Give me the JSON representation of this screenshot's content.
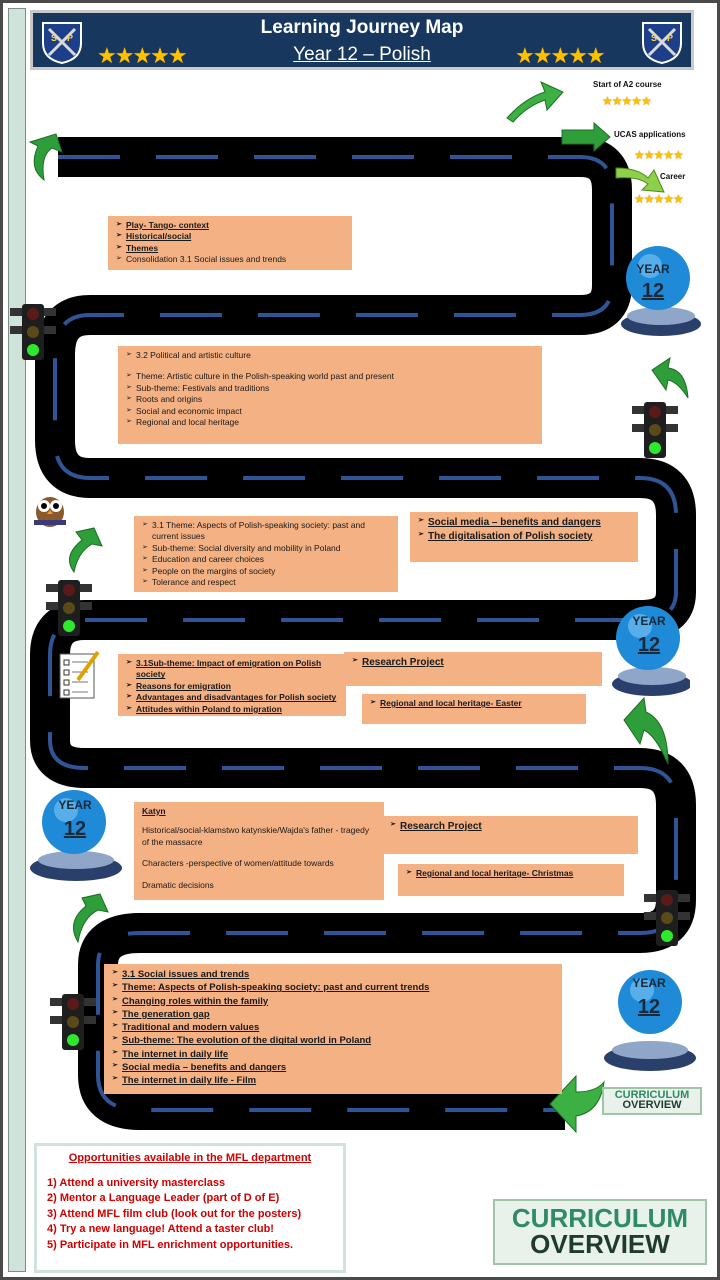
{
  "header": {
    "title": "Learning Journey Map",
    "subtitle": "Year 12 – Polish",
    "crest_letters": "S P",
    "stars": "★★★★★"
  },
  "goals": {
    "start_a2": "Start of A2 course",
    "ucas": "UCAS applications",
    "career": "Career",
    "stars": "★★★★★"
  },
  "badges": {
    "year_label": "YEAR",
    "year_number": "12"
  },
  "box1": {
    "items": [
      "Play- Tango- context",
      "Historical/social",
      "Themes",
      "Consolidation 3.1 Social issues and trends"
    ]
  },
  "box2": {
    "items": [
      "3.2 Political and artistic culture",
      "Theme: Artistic culture in the Polish-speaking world past and present",
      "Sub-theme: Festivals and traditions",
      "Roots and origins",
      "Social and economic impact",
      "Regional and local heritage"
    ]
  },
  "box3": {
    "items": [
      "3.1 Theme: Aspects of Polish-speaking society: past and current issues",
      "Sub-theme: Social diversity and mobility in Poland",
      "Education and career choices",
      "People on the margins of society",
      "Tolerance and respect"
    ]
  },
  "box4": {
    "items": [
      "Social media – benefits and dangers",
      "The digitalisation of Polish society"
    ]
  },
  "box5": {
    "items": [
      "3.1Sub-theme: Impact of emigration on Polish society",
      "Reasons for emigration",
      "Advantages and disadvantages for Polish society",
      "Attitudes within Poland to migration"
    ]
  },
  "box6": {
    "label": "Research Project"
  },
  "box7": {
    "label": "Regional and local heritage- Easter"
  },
  "box8": {
    "title": "Katyn",
    "p1": "Historical/social-klamstwo katynskie/Wajda's father - tragedy of the massacre",
    "p2": "Characters -perspective of women/attitude towards",
    "p3": "Dramatic decisions"
  },
  "box9": {
    "label": "Research Project"
  },
  "box10": {
    "label": "Regional and local heritage- Christmas"
  },
  "box11": {
    "items": [
      "3.1 Social issues and trends",
      "Theme: Aspects of Polish-speaking society: past and current trends",
      "Changing roles within the family",
      "The generation gap",
      "Traditional and modern values",
      "Sub-theme: The evolution of the digital world in Poland",
      "The internet in daily life",
      "Social media – benefits and dangers",
      "The internet in daily life - Film"
    ]
  },
  "opportunities": {
    "title": "Opportunities available in the MFL department",
    "items": [
      "1) Attend a university masterclass",
      "2) Mentor a Language Leader (part of D of E)",
      "3) Attend MFL film club (look out for the posters)",
      "4) Try a new language! Attend a taster club!",
      "5) Participate in MFL enrichment opportunities."
    ]
  },
  "curriculum": {
    "line1": "CURRICULUM",
    "line2": "OVERVIEW"
  },
  "colors": {
    "header_bg": "#17375e",
    "box_bg": "#f4b183",
    "road": "#000000",
    "lane": "#2f5597",
    "arrow": "#2e9e3a",
    "badge": "#1f8ad8"
  }
}
